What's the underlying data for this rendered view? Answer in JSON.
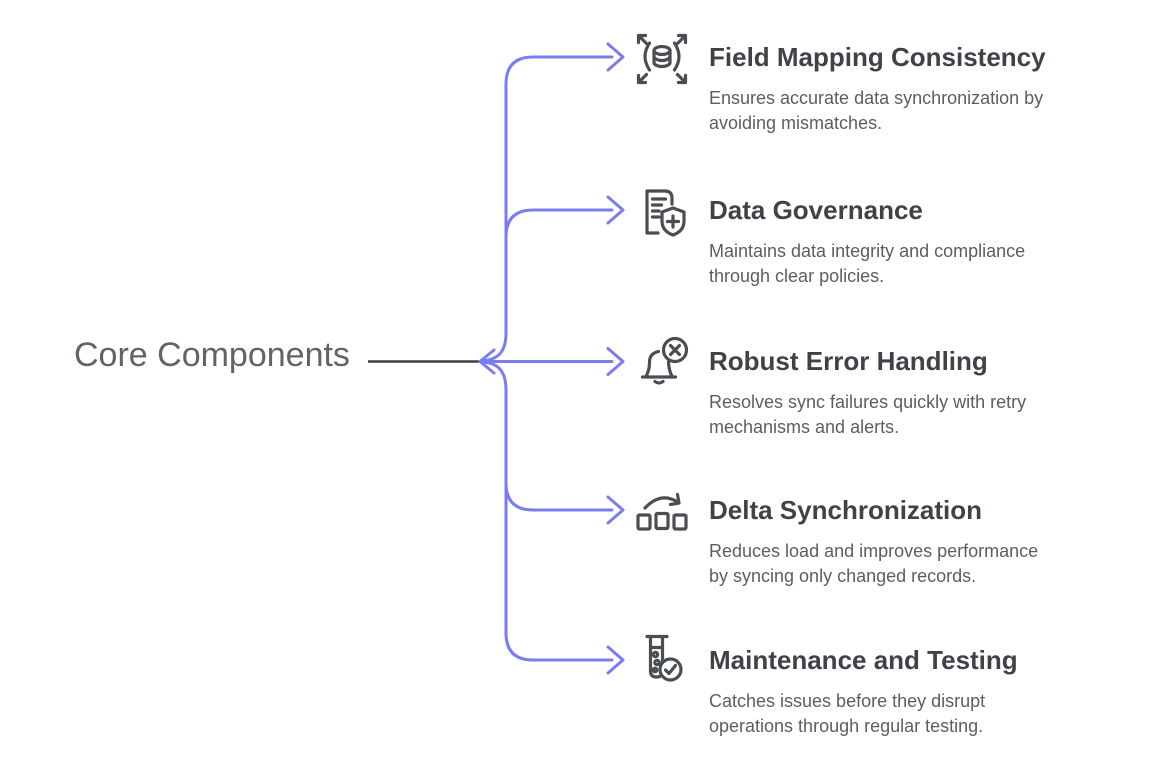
{
  "root_label": {
    "text": "Core Components"
  },
  "items": [
    {
      "icon": "field-mapping-consistency-icon",
      "title": "Field Mapping Consistency",
      "description": "Ensures accurate data synchronization by\navoiding mismatches."
    },
    {
      "icon": "data-governance-icon",
      "title": "Data Governance",
      "description": "Maintains data integrity and compliance\nthrough clear policies."
    },
    {
      "icon": "error-handling-icon",
      "title": "Robust Error Handling",
      "description": "Resolves sync failures quickly with retry\nmechanisms and alerts."
    },
    {
      "icon": "delta-synchronization-icon",
      "title": "Delta Synchronization",
      "description": "Reduces load and improves performance\nby syncing only changed records."
    },
    {
      "icon": "maintenance-testing-icon",
      "title": "Maintenance and Testing",
      "description": "Catches issues before they disrupt\noperations through regular testing."
    }
  ],
  "colors": {
    "connector_blue": "#7a7cf2",
    "connector_dark": "#3c3e41",
    "icon_stroke": "#4a4e53",
    "title_text": "#3f4347",
    "description_text": "#5a5e63",
    "root_text": "#606368",
    "background": "#ffffff"
  }
}
